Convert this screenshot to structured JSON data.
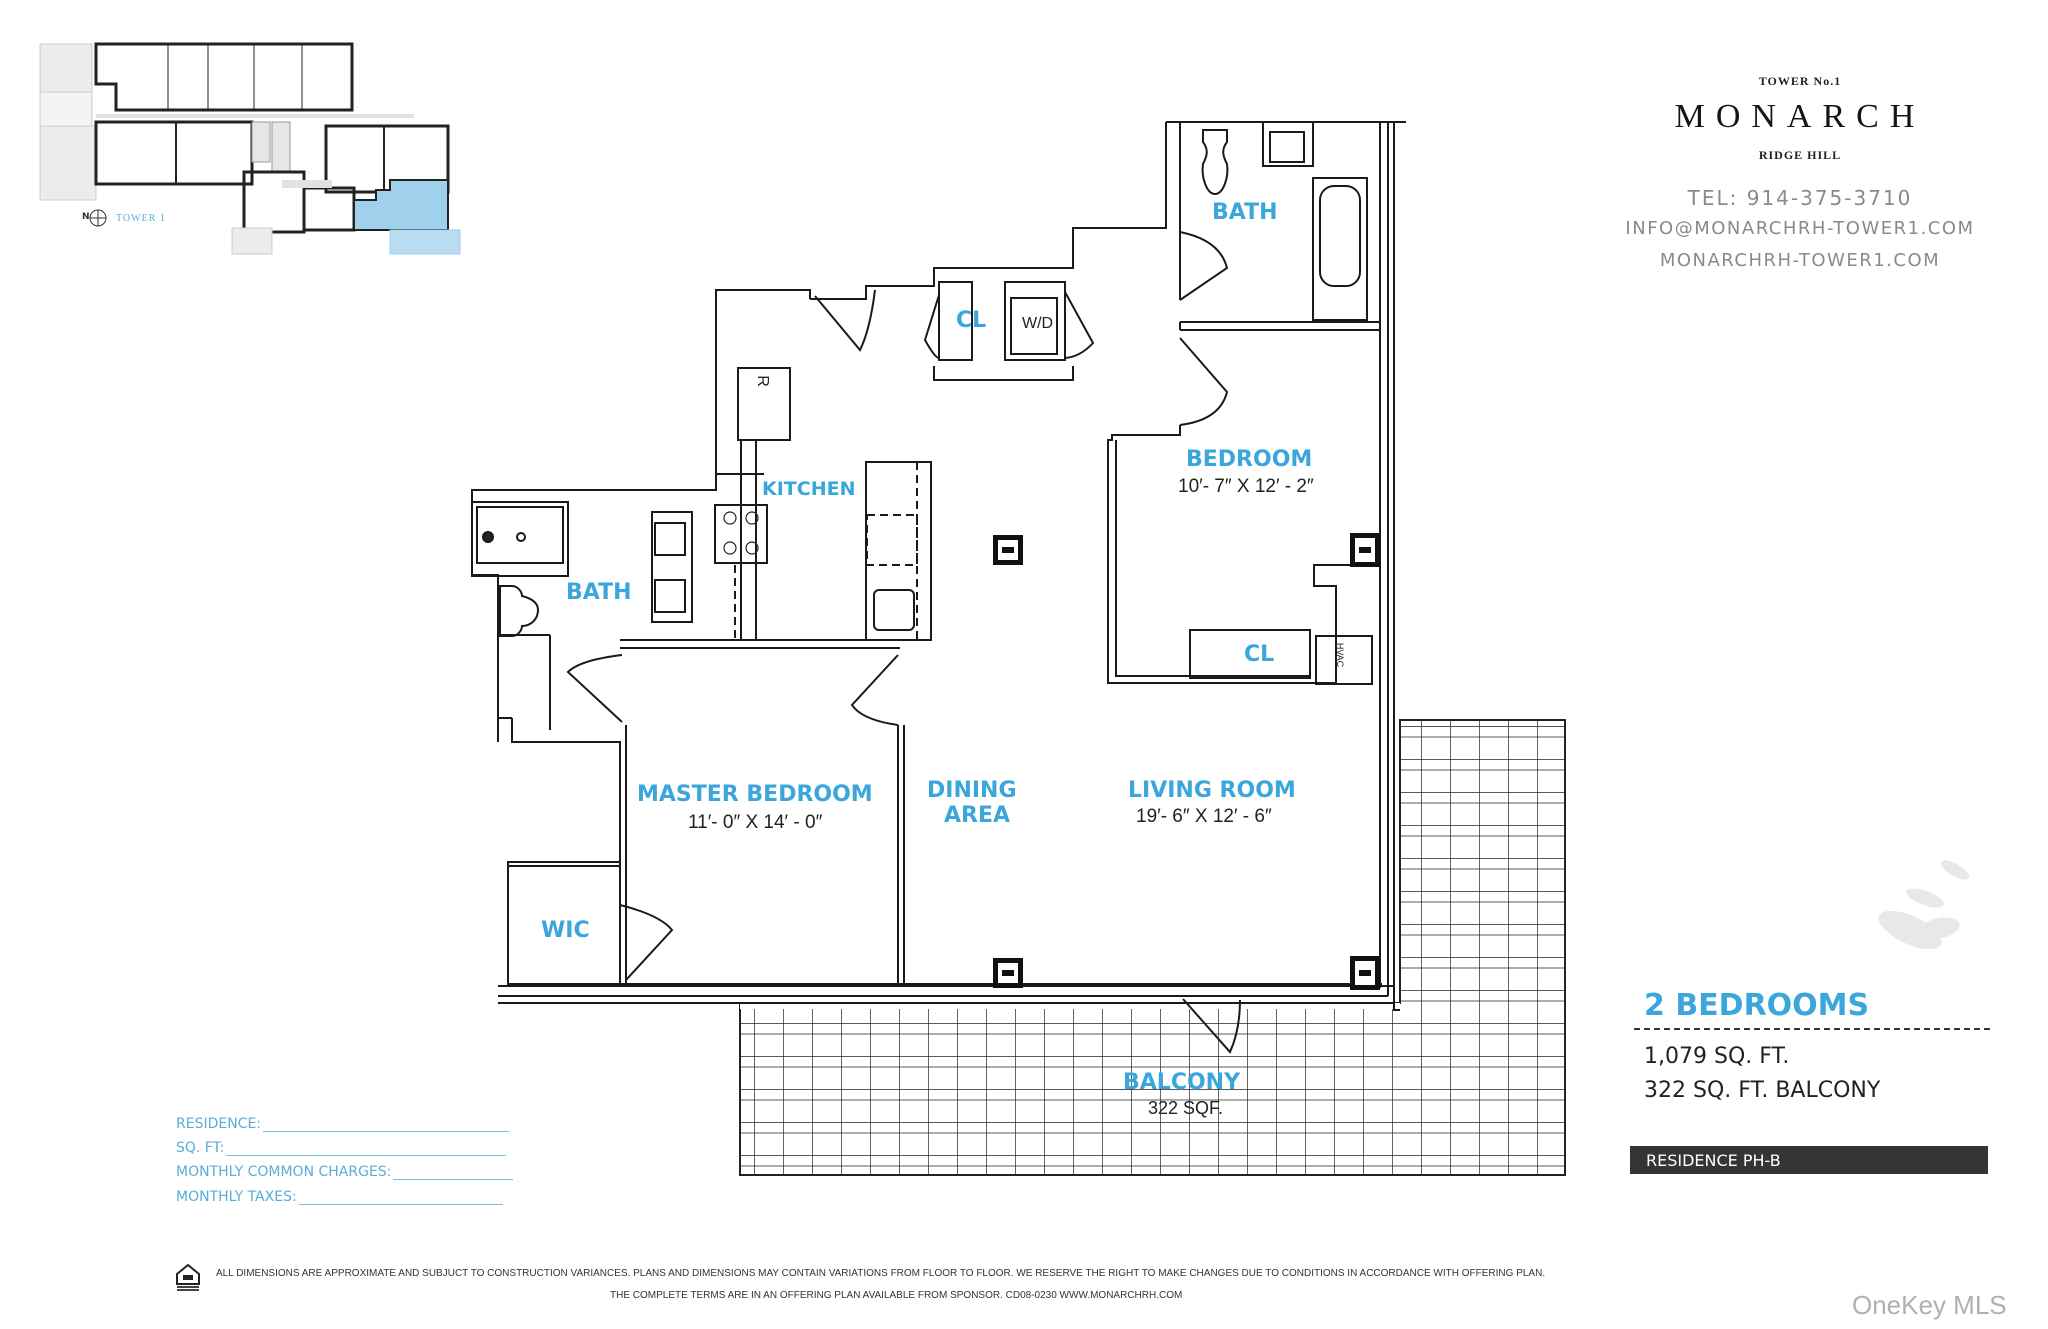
{
  "brand": {
    "tower": "TOWER No.1",
    "name": "MONARCH",
    "location": "RIDGE HILL",
    "tel": "TEL: 914-375-3710",
    "email": "INFO@MONARCHRH-TOWER1.COM",
    "website": "MONARCHRH-TOWER1.COM"
  },
  "keyplan": {
    "compass_label": "N",
    "tower_label": "TOWER 1",
    "highlight_color": "#9fd0ec"
  },
  "rooms": {
    "bath_top": "BATH",
    "cl_top": "CL",
    "wd": "W/D",
    "refrigerator": "R",
    "kitchen": "KITCHEN",
    "bedroom": {
      "label": "BEDROOM",
      "dims": "10′- 7″ X 12′ - 2″"
    },
    "bath_left": "BATH",
    "cl_bedroom": "CL",
    "hvac": "HVAC",
    "master_bedroom": {
      "label": "MASTER BEDROOM",
      "dims": "11′- 0″ X 14′ - 0″"
    },
    "dining": {
      "line1": "DINING",
      "line2": "AREA"
    },
    "living_room": {
      "label": "LIVING ROOM",
      "dims": "19′- 6″ X 12′ - 6″"
    },
    "wic": "WIC",
    "balcony": {
      "label": "BALCONY",
      "area": "322 SQF."
    }
  },
  "summary": {
    "bedrooms": "2 BEDROOMS",
    "sqft": "1,079 SQ. FT.",
    "balcony_sqft": "322 SQ. FT. BALCONY",
    "residence": "RESIDENCE PH-B"
  },
  "form": {
    "residence": "RESIDENCE:",
    "sqft": "SQ. FT:",
    "common_charges": "MONTHLY COMMON CHARGES:",
    "taxes": "MONTHLY TAXES:"
  },
  "footer": {
    "line1": "ALL DIMENSIONS ARE APPROXIMATE AND SUBJUCT TO CONSTRUCTION VARIANCES. PLANS AND DIMENSIONS MAY CONTAIN VARIATIONS FROM FLOOR TO FLOOR. WE RESERVE THE RIGHT TO MAKE CHANGES DUE TO CONDITIONS IN ACCORDANCE WITH OFFERING PLAN.",
    "line2": "THE COMPLETE TERMS ARE IN AN OFFERING PLAN AVAILABLE FROM SPONSOR. CD08-0230    WWW.MONARCHRH.COM",
    "watermark": "OneKey MLS"
  },
  "colors": {
    "accent_blue": "#3aa6dc",
    "dark_bar": "#333536",
    "line": "#1a1a1a"
  }
}
